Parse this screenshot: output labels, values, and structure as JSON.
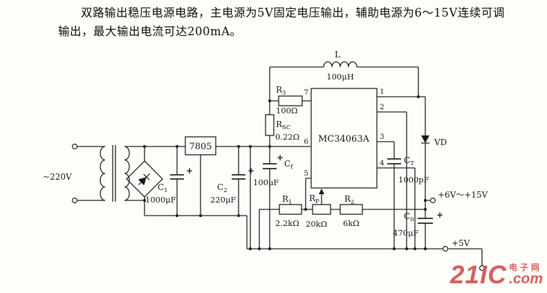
{
  "description": "双路输出稳压电源电路，主电源为5V固定电压输出，辅助电源为6～15V连续可调输出，最大输出电流可达200mA。",
  "source_label": "~220V",
  "components": {
    "c1": {
      "base": "C",
      "sub": "1",
      "value": "1000μF"
    },
    "c2": {
      "base": "C",
      "sub": "2",
      "value": "220μF"
    },
    "regulator": {
      "label": "7805"
    },
    "r3": {
      "base": "R",
      "sub": "3",
      "value": "100Ω"
    },
    "rsc": {
      "base": "R",
      "sub": "SC",
      "value": "0.22Ω"
    },
    "cf": {
      "base": "C",
      "sub": "f",
      "value": "100μF"
    },
    "ic": {
      "label": "MC34063A"
    },
    "l": {
      "base": "L",
      "value": "100μH"
    },
    "ct": {
      "base": "C",
      "sub": "T",
      "value": "1000pF"
    },
    "vd": {
      "label": "VD"
    },
    "r1": {
      "base": "R",
      "sub": "1",
      "value": "2.2kΩ"
    },
    "rp": {
      "base": "R",
      "sub": "P",
      "value": "20kΩ"
    },
    "r2": {
      "base": "R",
      "sub": "2",
      "value": "6kΩ"
    },
    "c0": {
      "base": "C",
      "sub": "0",
      "value": "470μF"
    }
  },
  "pins": {
    "p1": "1",
    "p2": "2",
    "p3": "3",
    "p4": "4",
    "p5": "5",
    "p6": "6",
    "p7": "7"
  },
  "outputs": {
    "aux": "+6V～+15V",
    "main": "+5V"
  },
  "plus_sign": "+",
  "watermark": {
    "brand": "21IC",
    "site": "电子网",
    "tld": ".com"
  }
}
